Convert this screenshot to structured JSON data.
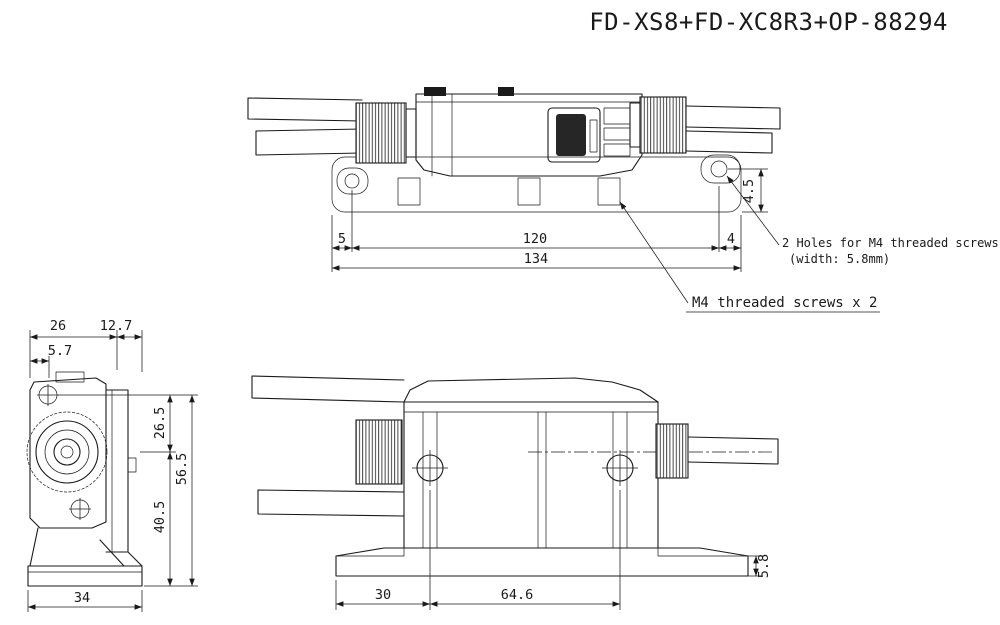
{
  "title": "FD-XS8+FD-XC8R3+OP-88294",
  "notes": {
    "holes_line1": "2 Holes for M4 threaded screws",
    "holes_line2": "(width: 5.8mm)",
    "screws": "M4 threaded screws x 2"
  },
  "dims": {
    "top": {
      "offset_left": "5",
      "hole_pitch": "120",
      "offset_right": "4",
      "overall": "134",
      "ear_offset": "4.5"
    },
    "side": {
      "body_width": "26",
      "bracket_width": "12.7",
      "inner_offset": "5.7",
      "upper_height": "26.5",
      "overall_height": "56.5",
      "lower_height": "40.5",
      "base_width": "34"
    },
    "front": {
      "edge_to_hole": "30",
      "hole_pitch": "64.6",
      "base_thickness": "5.8"
    }
  }
}
